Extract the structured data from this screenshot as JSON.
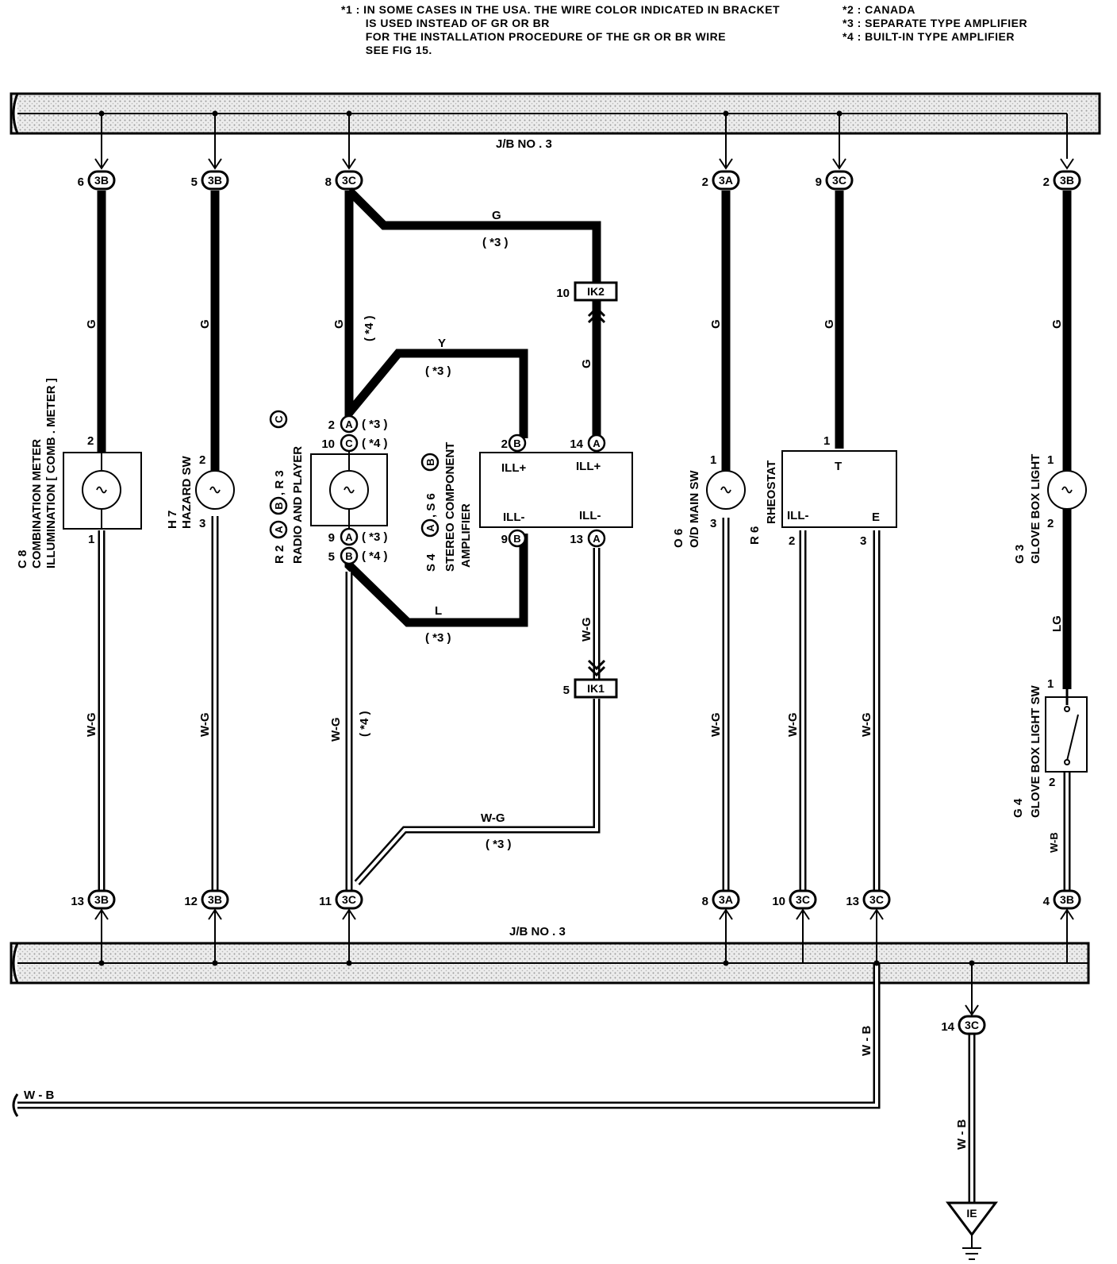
{
  "notes": {
    "note1": "*1 : IN SOME CASES IN THE USA. THE WIRE COLOR INDICATED IN BRACKET\n       IS USED INSTEAD OF GR OR BR\n       FOR THE INSTALLATION PROCEDURE OF THE GR OR BR WIRE\n       SEE FIG 15.",
    "note2": "*2 : CANADA",
    "note3": "*3 : SEPARATE TYPE AMPLIFIER",
    "note4": "*4 : BUILT-IN TYPE AMPLIFIER"
  },
  "bus": {
    "top_label": "J/B  NO . 3",
    "bottom_label": "J/B  NO . 3"
  },
  "connectors": {
    "c1_top": "3B",
    "c1_top_pin": "6",
    "c1_bot": "3B",
    "c1_bot_pin": "13",
    "c2_top": "3B",
    "c2_top_pin": "5",
    "c2_bot": "3B",
    "c2_bot_pin": "12",
    "c3_top": "3C",
    "c3_top_pin": "8",
    "c3_bot": "3C",
    "c3_bot_pin": "11",
    "c4_top": "3A",
    "c4_top_pin": "2",
    "c4_bot": "3A",
    "c4_bot_pin": "8",
    "c5_top": "3C",
    "c5_top_pin": "9",
    "c5_bot": "3C",
    "c5_bot_pin": "10",
    "c6_bot": "3C",
    "c6_bot_pin": "13",
    "c7_top": "3B",
    "c7_top_pin": "2",
    "c7_bot": "3B",
    "c7_bot_pin": "4",
    "ground_conn": "3C",
    "ground_conn_pin": "14",
    "ik2": "IK2",
    "ik2_pin": "10",
    "ik1": "IK1",
    "ik1_pin": "5",
    "ground": "IE"
  },
  "wires": {
    "g": "G",
    "y": "Y",
    "l": "L",
    "wg": "W-G",
    "lg": "LG",
    "wb": "W-B",
    "wb_sp": "W - B",
    "star3": "( *3 )",
    "star4": "( *4 )",
    "star4v": "( *4 )",
    "star3b": "( *3 )"
  },
  "components": {
    "c8": {
      "code": "C 8",
      "line1": "COMBINATION  METER",
      "line2": "ILLUMINATION [ COMB .  METER ]",
      "pin_top": "2",
      "pin_bot": "1"
    },
    "h7": {
      "code": "H 7",
      "name": "HAZARD SW",
      "pin_top": "2",
      "pin_bot": "3"
    },
    "r2": {
      "code_a": "R 2",
      "code_b": ", R 3",
      "name": "RADIO  AND  PLAYER",
      "pins": [
        "2",
        "10",
        "9",
        "5"
      ],
      "letters": [
        "A",
        "C",
        "A",
        "B"
      ],
      "notes": [
        "( *3 )",
        "( *4 )",
        "( *3 )",
        "( *4 )"
      ],
      "code_letters": [
        "A",
        "B",
        "C"
      ]
    },
    "s4": {
      "code_a": "S 4",
      "code_b": ", S 6",
      "line1": "STEREO  COMPONENT",
      "line2": "AMPLIFIER",
      "code_letters": [
        "A",
        "B"
      ],
      "ill_plus": "ILL+",
      "ill_minus": "ILL-",
      "pins_top": [
        "2",
        "14"
      ],
      "pins_bot": [
        "9",
        "13"
      ],
      "letters_top": [
        "B",
        "A"
      ],
      "letters_bot": [
        "B",
        "A"
      ]
    },
    "o6": {
      "code": "O 6",
      "name": "O/D MAIN SW",
      "pin_top": "1",
      "pin_bot": "3"
    },
    "r6": {
      "code": "R 6",
      "name": "RHEOSTAT",
      "t": "T",
      "ill_minus": "ILL-",
      "e": "E",
      "pin_top": "1",
      "pin_bot_left": "2",
      "pin_bot_right": "3"
    },
    "g3": {
      "code": "G 3",
      "name": "GLOVE BOX LIGHT",
      "pin_top": "1",
      "pin_bot": "2"
    },
    "g4": {
      "code": "G 4",
      "name": "GLOVE BOX LIGHT SW",
      "pin_top": "1",
      "pin_bot": "2"
    }
  }
}
